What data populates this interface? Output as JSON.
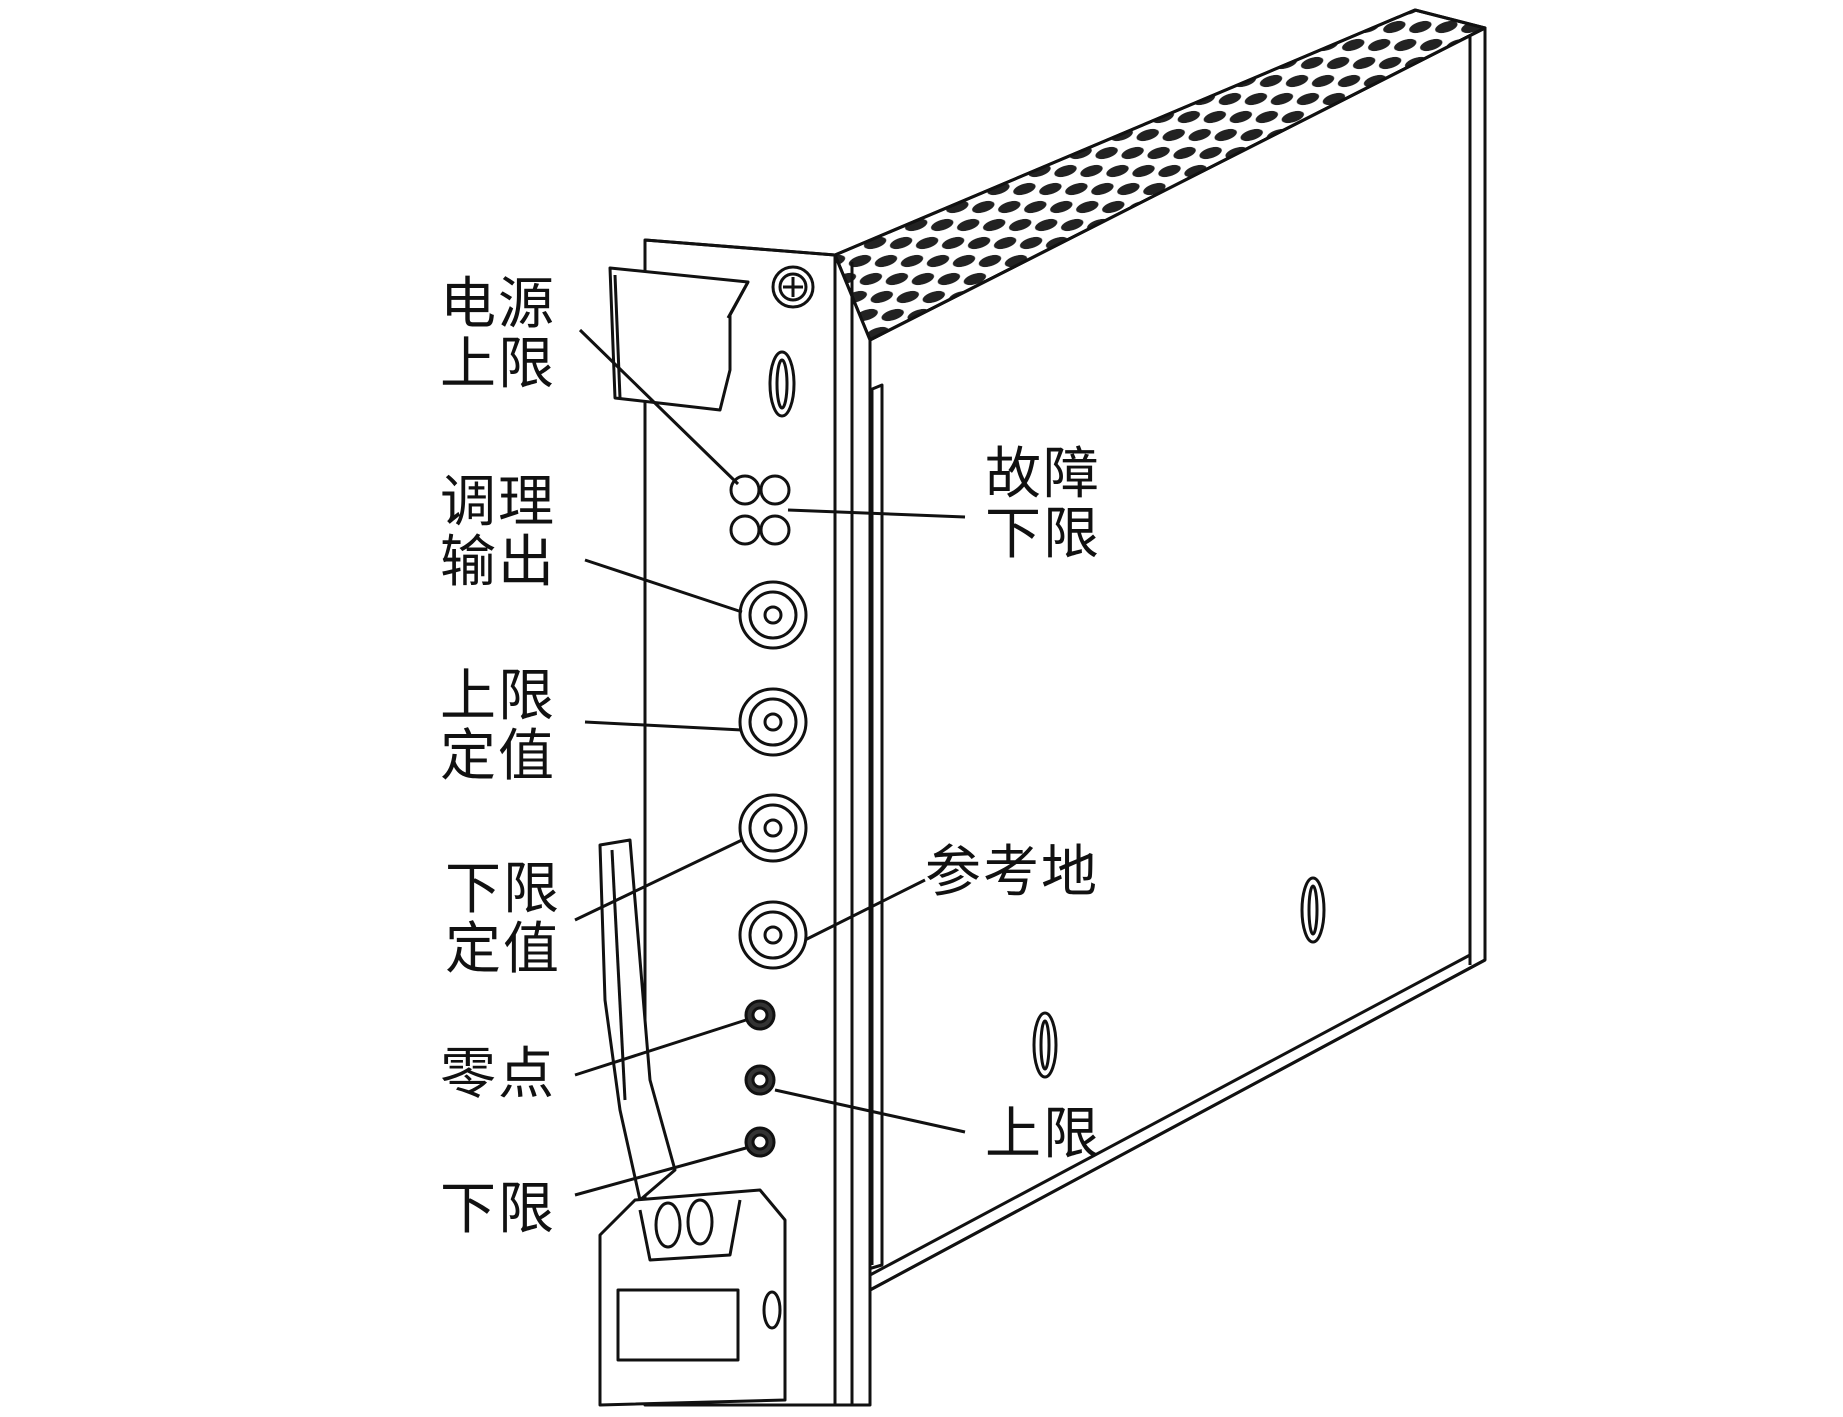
{
  "labels": {
    "power_upper": [
      "电源",
      "上限"
    ],
    "conditioning_output": [
      "调理",
      "输出"
    ],
    "upper_setpoint": [
      "上限",
      "定值"
    ],
    "lower_setpoint": [
      "下限",
      "定值"
    ],
    "zero_point": "零点",
    "lower_limit": "下限",
    "fault_lower": [
      "故障",
      "下限"
    ],
    "reference_ground": "参考地",
    "upper_limit": "上限"
  },
  "colors": {
    "line": "#111111",
    "background": "#ffffff"
  }
}
